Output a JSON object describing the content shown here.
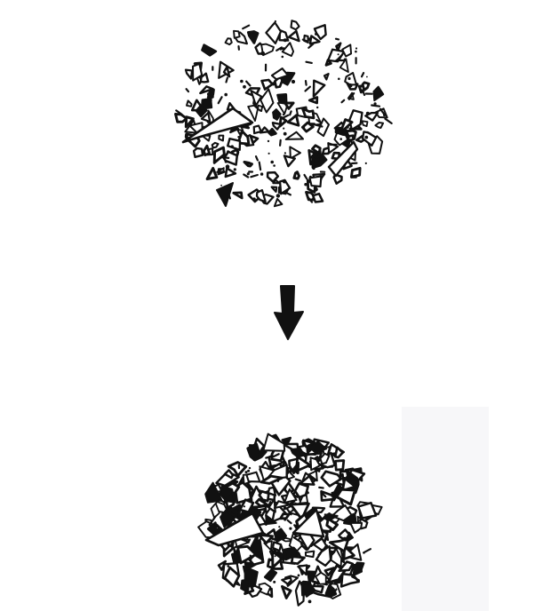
{
  "diagram": {
    "nodes": [
      {
        "id": "loose-fragment-cluster",
        "label": ""
      },
      {
        "id": "compacted-fragment-cluster",
        "label": ""
      }
    ],
    "edges": [
      {
        "from": "loose-fragment-cluster",
        "to": "compacted-fragment-cluster",
        "label": ""
      }
    ]
  },
  "colors": {
    "ink": "#111111",
    "background": "#ffffff",
    "paper_tint": "#f7f7f9"
  }
}
